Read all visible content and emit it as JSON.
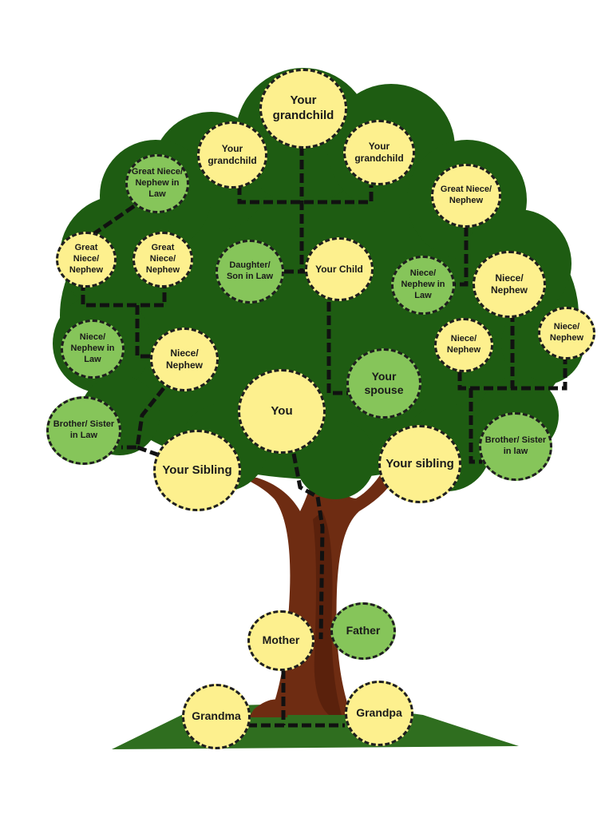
{
  "colors": {
    "canopy": "#1e5c12",
    "grass": "#2f6e1f",
    "trunk": "#6e2c12",
    "trunk_shade": "#4a1a08",
    "node_yellow": "#fdf08e",
    "node_green": "#86c55a",
    "connector": "#111111"
  },
  "nodes": {
    "grandchild_top": "Your grandchild",
    "grandchild_left": "Your grandchild",
    "grandchild_right": "Your grandchild",
    "great_niece_in_law_left": "Great Niece/ Nephew in Law",
    "great_niece_right": "Great Niece/ Nephew",
    "great_niece_left_1": "Great Niece/ Nephew",
    "great_niece_left_2": "Great Niece/ Nephew",
    "daughter_son_in_law": "Daughter/ Son in Law",
    "your_child": "Your Child",
    "niece_in_law_right": "Niece/ Nephew in Law",
    "niece_right_1": "Niece/ Nephew",
    "niece_in_law_left": "Niece/ Nephew in Law",
    "niece_left": "Niece/ Nephew",
    "niece_right_2": "Niece/ Nephew",
    "niece_right_3": "Niece/ Nephew",
    "your_spouse": "Your spouse",
    "you": "You",
    "brother_sister_in_law_left": "Brother/ Sister in Law",
    "your_sibling_left": "Your Sibling",
    "your_sibling_right": "Your sibling",
    "brother_sister_in_law_right": "Brother/ Sister in law",
    "mother": "Mother",
    "father": "Father",
    "grandma": "Grandma",
    "grandpa": "Grandpa"
  }
}
